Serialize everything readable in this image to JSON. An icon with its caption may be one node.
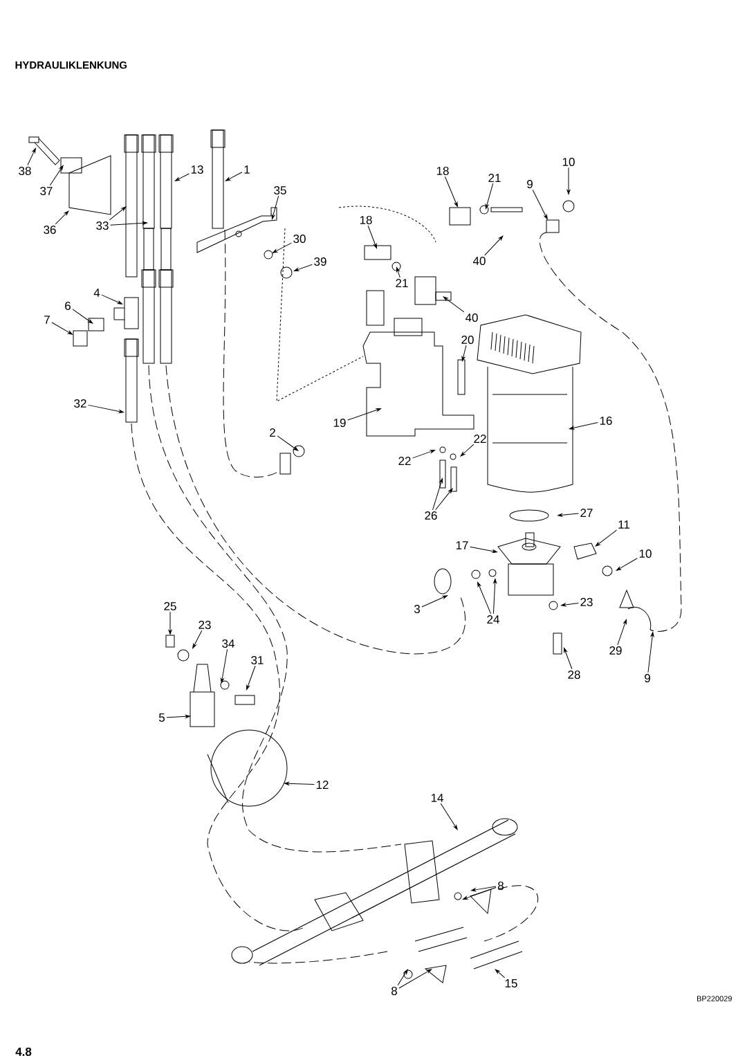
{
  "diagram": {
    "title": "HYDRAULIKLENKUNG",
    "nodes": [
      {
        "text": [
          "38"
        ]
      },
      {
        "text": [
          "37"
        ]
      },
      {
        "text": [
          "36"
        ]
      },
      {
        "text": [
          "33"
        ]
      },
      {
        "text": [
          "13"
        ]
      },
      {
        "text": [
          "1"
        ]
      },
      {
        "text": [
          "35"
        ]
      },
      {
        "text": [
          "30"
        ]
      },
      {
        "text": [
          "39"
        ]
      },
      {
        "text": [
          "4"
        ]
      },
      {
        "text": [
          "6"
        ]
      },
      {
        "text": [
          "7"
        ]
      },
      {
        "text": [
          "32"
        ]
      },
      {
        "text": [
          "2"
        ]
      },
      {
        "text": [
          "18"
        ]
      },
      {
        "text": [
          "18"
        ]
      },
      {
        "text": [
          "21"
        ]
      },
      {
        "text": [
          "9"
        ]
      },
      {
        "text": [
          "10"
        ]
      },
      {
        "text": [
          "40"
        ]
      },
      {
        "text": [
          "21"
        ]
      },
      {
        "text": [
          "40"
        ]
      },
      {
        "text": [
          "20"
        ]
      },
      {
        "text": [
          "19"
        ]
      },
      {
        "text": [
          "22"
        ]
      },
      {
        "text": [
          "22"
        ]
      },
      {
        "text": [
          "16"
        ]
      },
      {
        "text": [
          "26"
        ]
      },
      {
        "text": [
          "27"
        ]
      },
      {
        "text": [
          "11"
        ]
      },
      {
        "text": [
          "17"
        ]
      },
      {
        "text": [
          "10"
        ]
      },
      {
        "text": [
          "3"
        ]
      },
      {
        "text": [
          "24"
        ]
      },
      {
        "text": [
          "23"
        ]
      },
      {
        "text": [
          "29"
        ]
      },
      {
        "text": [
          "9"
        ]
      },
      {
        "text": [
          "28"
        ]
      },
      {
        "text": [
          "25"
        ]
      },
      {
        "text": [
          "23"
        ]
      },
      {
        "text": [
          "34"
        ]
      },
      {
        "text": [
          "31"
        ]
      },
      {
        "text": [
          "5"
        ]
      },
      {
        "text": [
          "12"
        ]
      },
      {
        "text": [
          "14"
        ]
      },
      {
        "text": [
          "8"
        ]
      },
      {
        "text": [
          "8"
        ]
      },
      {
        "text": [
          "15"
        ]
      }
    ],
    "edges": [
      {
        "from": 0,
        "to": null,
        "arrow": "to"
      },
      {
        "from": 1,
        "to": null,
        "arrow": "to"
      },
      {
        "from": 2,
        "to": null,
        "arrow": "to"
      },
      {
        "from": 3,
        "to": null,
        "arrow": "to"
      },
      {
        "from": 3,
        "to": null,
        "arrow": "to"
      },
      {
        "from": 4,
        "to": null,
        "arrow": "to"
      },
      {
        "from": 5,
        "to": null,
        "arrow": "to"
      },
      {
        "from": 6,
        "to": null,
        "arrow": "to"
      },
      {
        "from": 7,
        "to": null,
        "arrow": "to"
      },
      {
        "from": 8,
        "to": null,
        "arrow": "to"
      },
      {
        "from": 9,
        "to": null,
        "arrow": "to"
      },
      {
        "from": 10,
        "to": null,
        "arrow": "to"
      },
      {
        "from": 11,
        "to": null,
        "arrow": "to"
      },
      {
        "from": 12,
        "to": null,
        "arrow": "to"
      },
      {
        "from": 13,
        "to": null,
        "arrow": "to"
      },
      {
        "from": 14,
        "to": null,
        "arrow": "to"
      },
      {
        "from": 15,
        "to": null,
        "arrow": "to"
      },
      {
        "from": 16,
        "to": null,
        "arrow": "to"
      },
      {
        "from": 17,
        "to": null,
        "arrow": "to"
      },
      {
        "from": 18,
        "to": null,
        "arrow": "to"
      },
      {
        "from": 19,
        "to": null,
        "arrow": "to"
      },
      {
        "from": 20,
        "to": null,
        "arrow": "to"
      },
      {
        "from": 21,
        "to": null,
        "arrow": "to"
      },
      {
        "from": 22,
        "to": null,
        "arrow": "to"
      },
      {
        "from": 23,
        "to": null,
        "arrow": "to"
      },
      {
        "from": 24,
        "to": null,
        "arrow": "to"
      },
      {
        "from": 25,
        "to": null,
        "arrow": "to"
      },
      {
        "from": 26,
        "to": null,
        "arrow": "to"
      },
      {
        "from": 27,
        "to": null,
        "arrow": "to"
      },
      {
        "from": 27,
        "to": null,
        "arrow": "to"
      },
      {
        "from": 28,
        "to": null,
        "arrow": "to"
      },
      {
        "from": 29,
        "to": null,
        "arrow": "to"
      },
      {
        "from": 30,
        "to": null,
        "arrow": "to"
      },
      {
        "from": 31,
        "to": null,
        "arrow": "to"
      },
      {
        "from": 32,
        "to": null,
        "arrow": "to"
      },
      {
        "from": 33,
        "to": null,
        "arrow": "to"
      },
      {
        "from": 33,
        "to": null,
        "arrow": "to"
      },
      {
        "from": 34,
        "to": null,
        "arrow": "to"
      },
      {
        "from": 35,
        "to": null,
        "arrow": "to"
      },
      {
        "from": 36,
        "to": null,
        "arrow": "to"
      },
      {
        "from": 37,
        "to": null,
        "arrow": "to"
      },
      {
        "from": 38,
        "to": null,
        "arrow": "to"
      },
      {
        "from": 39,
        "to": null,
        "arrow": "to"
      },
      {
        "from": 40,
        "to": null,
        "arrow": "to"
      },
      {
        "from": 41,
        "to": null,
        "arrow": "to"
      },
      {
        "from": 42,
        "to": null,
        "arrow": "to"
      },
      {
        "from": 43,
        "to": null,
        "arrow": "to"
      },
      {
        "from": 44,
        "to": null,
        "arrow": "to"
      },
      {
        "from": 45,
        "to": null,
        "arrow": "to"
      },
      {
        "from": 45,
        "to": null,
        "arrow": "to"
      },
      {
        "from": 46,
        "to": null,
        "arrow": "to"
      },
      {
        "from": 46,
        "to": null,
        "arrow": "to"
      },
      {
        "from": 47,
        "to": null,
        "arrow": "to"
      }
    ],
    "labels": [
      "BP220029",
      "4.8"
    ]
  }
}
